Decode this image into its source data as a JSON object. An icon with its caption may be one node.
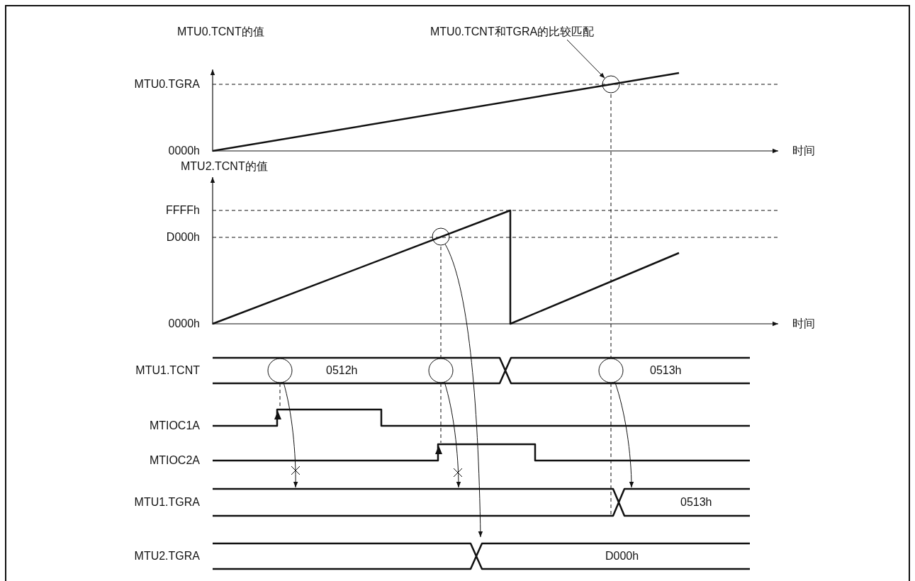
{
  "diagram": {
    "nodes": [
      {
        "text": [
          "MTU0.TCNT和TGRA的比较匹配"
        ]
      },
      {
        "text": [],
        "shape": "circle"
      },
      {
        "text": [],
        "shape": "circle"
      },
      {
        "text": [],
        "shape": "circle"
      },
      {
        "text": [],
        "shape": "circle"
      },
      {
        "text": [],
        "shape": "circle"
      }
    ],
    "edges": [
      {
        "from": 0,
        "to": 1,
        "arrow": "to"
      },
      {
        "from": 2,
        "to": null,
        "arrow": "to"
      },
      {
        "from": 3,
        "to": null,
        "arrow": "to"
      },
      {
        "from": 4,
        "to": null,
        "arrow": "to"
      },
      {
        "from": 5,
        "to": null,
        "arrow": "to"
      }
    ],
    "labels": [
      "MTU0.TCNT的值",
      "MTU0.TGRA",
      "0000h",
      "时间",
      "MTU2.TCNT的值",
      "FFFFh",
      "D000h",
      "0000h",
      "时间",
      "MTU1.TCNT",
      "0512h",
      "0513h",
      "MTIOC1A",
      "MTIOC2A",
      "MTU1.TGRA",
      "0513h",
      "MTU2.TGRA",
      "D000h"
    ]
  }
}
